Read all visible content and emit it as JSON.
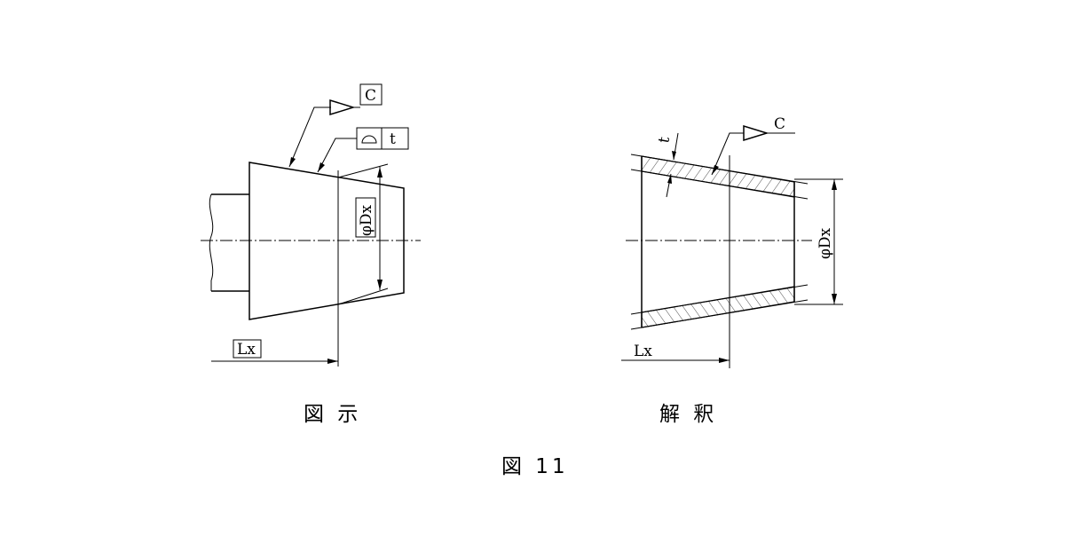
{
  "captions": {
    "left": "図 示",
    "right": "解 釈",
    "figure": "図 11"
  },
  "left_drawing": {
    "datum_label": "C",
    "tolerance_symbol_icon": "surface-profile-icon",
    "tolerance_value": "t",
    "diameter_label": "φDx",
    "length_label": "Lx"
  },
  "right_drawing": {
    "datum_label": "C",
    "thickness_label": "t",
    "diameter_label": "φDx",
    "length_label": "Lx"
  }
}
